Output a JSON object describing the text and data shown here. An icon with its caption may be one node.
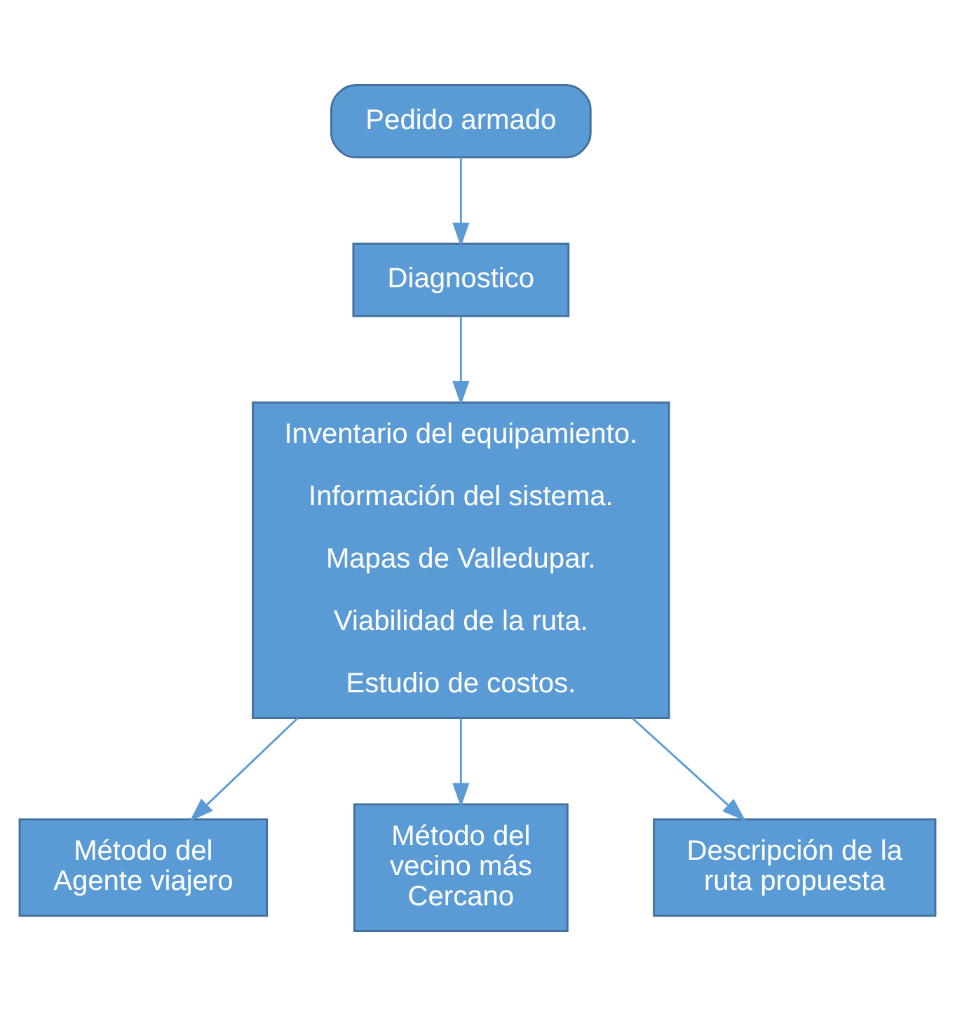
{
  "diagram": {
    "nodes": [
      {
        "text": [
          "Pedido armado"
        ]
      },
      {
        "text": [
          "Diagnostico"
        ]
      },
      {
        "text": [
          "Inventario del equipamiento.",
          "Información del sistema.",
          "Mapas de Valledupar.",
          "Viabilidad de la ruta.",
          "Estudio de costos."
        ]
      },
      {
        "text": [
          "Método del Agente viajero"
        ]
      },
      {
        "text": [
          "Método del vecino más Cercano"
        ]
      },
      {
        "text": [
          "Descripción de la ruta propuesta"
        ]
      }
    ],
    "edges": [
      {
        "from": 0,
        "to": 1,
        "arrow": "to"
      },
      {
        "from": 1,
        "to": 2,
        "arrow": "to"
      },
      {
        "from": 2,
        "to": 3,
        "arrow": "to"
      },
      {
        "from": 2,
        "to": 4,
        "arrow": "to"
      },
      {
        "from": 2,
        "to": 5,
        "arrow": "to"
      }
    ]
  }
}
